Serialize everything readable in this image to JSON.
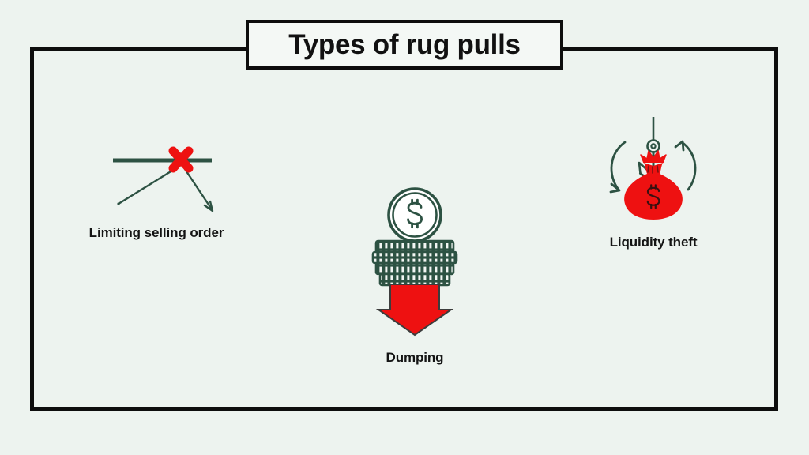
{
  "page": {
    "background_color": "#edf3ef",
    "frame_color": "#0d0d0d"
  },
  "header": {
    "title": "Types of rug pulls"
  },
  "colors": {
    "accent_red": "#ee1111",
    "dark_green": "#2d5243",
    "text": "#141414",
    "coin_face": "#ffffff"
  },
  "items": [
    {
      "id": "limiting-selling-order",
      "label": "Limiting selling order",
      "icon": "blocked-order-x-icon",
      "icon_colors": {
        "line": "#2d5243",
        "mark": "#ee1111"
      }
    },
    {
      "id": "dumping",
      "label": "Dumping",
      "icon": "coin-stack-down-arrow-icon",
      "icon_colors": {
        "coin": "#2d5243",
        "arrow": "#ee1111"
      },
      "coin_symbol": "$",
      "coin_stack_layers": 4
    },
    {
      "id": "liquidity-theft",
      "label": "Liquidity theft",
      "icon": "money-bag-fishing-hook-icon",
      "icon_colors": {
        "hook": "#2d5243",
        "bag": "#ee1111"
      },
      "bag_symbol": "$"
    }
  ]
}
